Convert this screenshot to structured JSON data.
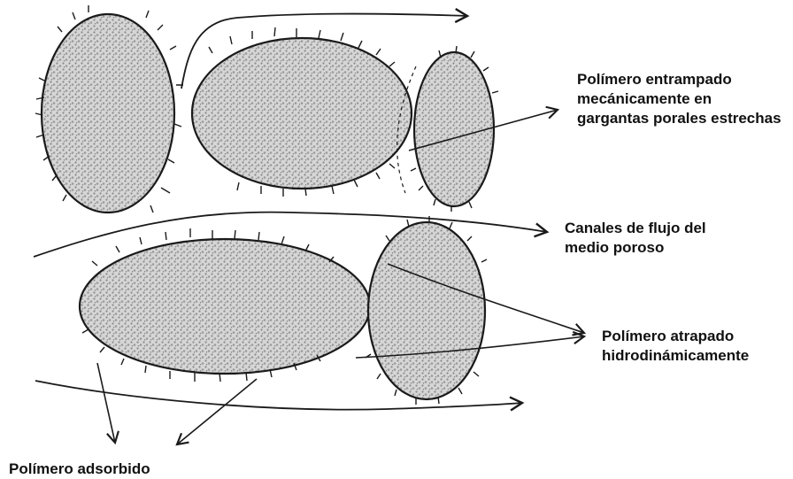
{
  "labels": {
    "mechanically_trapped": [
      "Polímero entrampado",
      "mecánicamente en",
      "gargantas porales estrechas"
    ],
    "flow_channels": [
      "Canales de flujo del",
      "medio poroso"
    ],
    "hydrodynamic": [
      "Polímero atrapado",
      "hidrodinámicamente"
    ],
    "adsorbed": [
      "Polímero adsorbido"
    ]
  },
  "colors": {
    "ink": "#1a1a1a",
    "grain_fill": "#d6d6d6",
    "grain_dot": "#8a8a8a",
    "background": "#ffffff"
  }
}
